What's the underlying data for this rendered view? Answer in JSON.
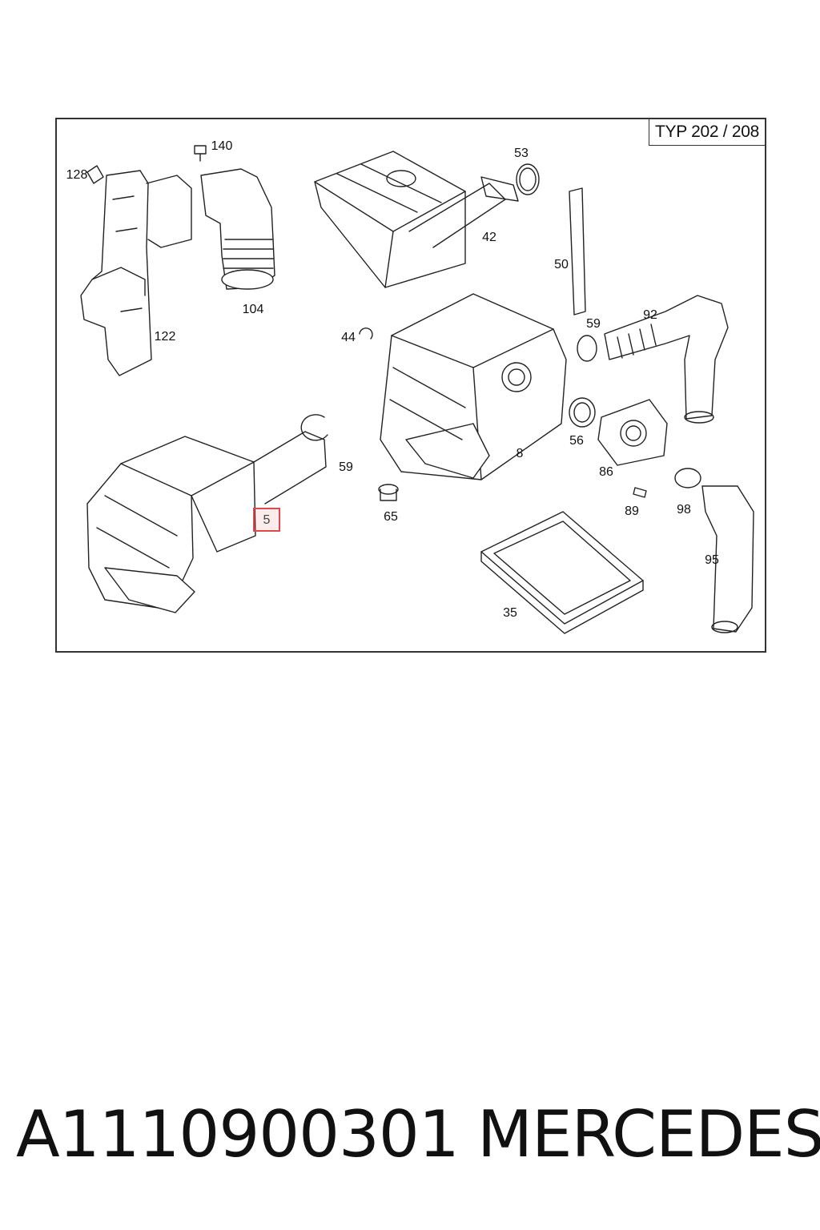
{
  "diagram": {
    "type_label": "TYP 202 / 208",
    "highlighted_part": "5",
    "part_labels": [
      {
        "id": "p140",
        "text": "140"
      },
      {
        "id": "p128",
        "text": "128"
      },
      {
        "id": "p104",
        "text": "104"
      },
      {
        "id": "p122",
        "text": "122"
      },
      {
        "id": "p53",
        "text": "53"
      },
      {
        "id": "p42",
        "text": "42"
      },
      {
        "id": "p50",
        "text": "50"
      },
      {
        "id": "p44",
        "text": "44"
      },
      {
        "id": "p59a",
        "text": "59"
      },
      {
        "id": "p92",
        "text": "92"
      },
      {
        "id": "p56",
        "text": "56"
      },
      {
        "id": "p8",
        "text": "8"
      },
      {
        "id": "p86",
        "text": "86"
      },
      {
        "id": "p59b",
        "text": "59"
      },
      {
        "id": "p65",
        "text": "65"
      },
      {
        "id": "p89",
        "text": "89"
      },
      {
        "id": "p98",
        "text": "98"
      },
      {
        "id": "p95",
        "text": "95"
      },
      {
        "id": "p35",
        "text": "35"
      }
    ]
  },
  "footer": {
    "part_number": "A1110900301",
    "brand": "MERCEDES"
  },
  "colors": {
    "highlight_border": "#e04a4a",
    "line": "#222222"
  }
}
